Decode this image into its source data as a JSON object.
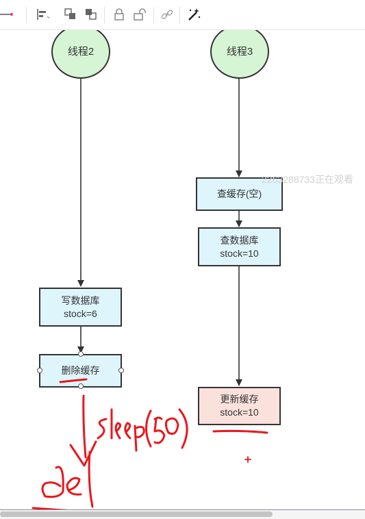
{
  "toolbar": {
    "buttons": [
      {
        "name": "line-style",
        "icon": "line-style-icon"
      },
      {
        "name": "align",
        "icon": "align-left-icon"
      },
      {
        "name": "bring-to-front",
        "icon": "bring-front-icon"
      },
      {
        "name": "send-to-back",
        "icon": "send-back-icon"
      },
      {
        "name": "lock",
        "icon": "lock-icon"
      },
      {
        "name": "unlock",
        "icon": "unlock-icon"
      },
      {
        "name": "link",
        "icon": "link-icon"
      },
      {
        "name": "magic",
        "icon": "magic-wand-icon"
      }
    ]
  },
  "diagram": {
    "thread2": {
      "label": "线程2"
    },
    "thread3": {
      "label": "线程3"
    },
    "write_db": {
      "line1": "写数据库",
      "line2": "stock=6"
    },
    "delete_cache": {
      "label": "删除缓存"
    },
    "query_cache": {
      "label": "查缓存(空)"
    },
    "query_db": {
      "line1": "查数据库",
      "line2": "stock=10"
    },
    "update_cache": {
      "line1": "更新缓存",
      "line2": "stock=10"
    }
  },
  "watermark": {
    "text": "2263288733正在观看"
  },
  "annotations": {
    "sleep_note": "sleep(50)",
    "del_note": "del"
  },
  "colors": {
    "circle_fill": "#d5f5d4",
    "process_fill": "#def5fc",
    "highlight_fill": "#fbe1dc",
    "ink": "#e8171b",
    "stroke": "#333333"
  }
}
